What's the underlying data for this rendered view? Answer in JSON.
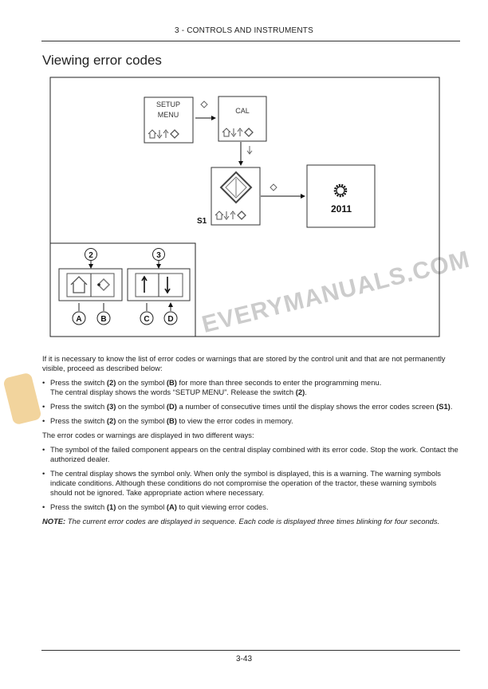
{
  "header": {
    "section": "3 - CONTROLS AND INSTRUMENTS"
  },
  "title": "Viewing error codes",
  "figure": {
    "setup_line1": "SETUP",
    "setup_line2": "MENU",
    "cal": "CAL",
    "s1_label": "S1",
    "code": "2011",
    "switch_numbers": [
      "2",
      "3"
    ],
    "symbol_letters": [
      "A",
      "B",
      "C",
      "D"
    ]
  },
  "body": {
    "intro": "If it is necessary to know the list of error codes or warnings that are stored by the control unit and that are not permanently visible, proceed as described below:",
    "steps": [
      {
        "t1": "Press the switch ",
        "b1": "(2)",
        "t2": " on the symbol ",
        "b2": "(B)",
        "t3": " for more than three seconds to enter the programming menu.",
        "t4": "The central display shows the words “SETUP MENU”. Release the switch ",
        "b3": "(2)",
        "t5": "."
      },
      {
        "t1": "Press the switch ",
        "b1": "(3)",
        "t2": " on the symbol ",
        "b2": "(D)",
        "t3": " a number of consecutive times until the display shows the error codes screen ",
        "b3": "(S1)",
        "t4": "."
      },
      {
        "t1": "Press the switch ",
        "b1": "(2)",
        "t2": " on the symbol ",
        "b2": "(B)",
        "t3": " to view the error codes in memory."
      }
    ],
    "ways_intro": "The error codes or warnings are displayed in two different ways:",
    "ways": [
      "The symbol of the failed component appears on the central display combined with its error code.  Stop the work. Contact the authorized dealer.",
      "The central display shows the symbol only.  When only the symbol is displayed, this is a warning.  The warning symbols indicate conditions.  Although these conditions do not compromise the operation of the tractor, these warning symbols should not be ignored.  Take appropriate action where necessary."
    ],
    "quit": {
      "t1": "Press the switch ",
      "b1": "(1)",
      "t2": " on the symbol ",
      "b2": "(A)",
      "t3": " to quit viewing error codes."
    },
    "note_label": "NOTE:",
    "note": " The current error codes are displayed in sequence.  Each code is displayed three times blinking for four seconds."
  },
  "footer": {
    "page": "3-43"
  },
  "watermark": "EVERYMANUALS.COM"
}
